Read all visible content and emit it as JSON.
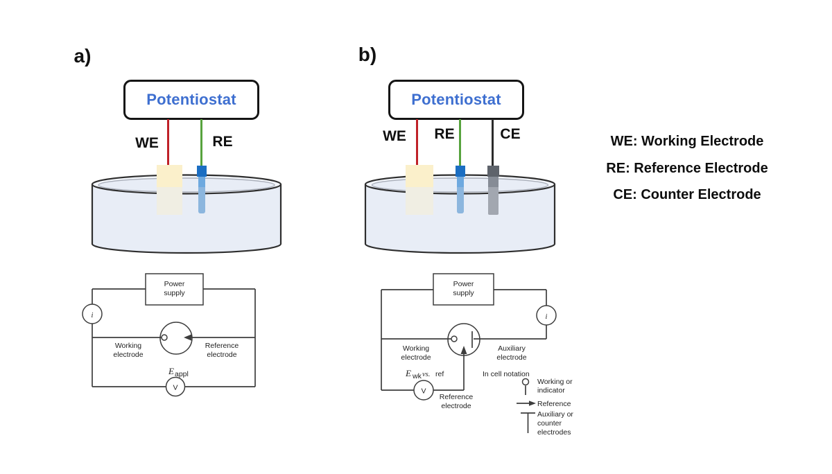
{
  "panel_a": {
    "label": "a)",
    "potentiostat_label": "Potentiostat",
    "we": "WE",
    "re": "RE",
    "circuit": {
      "power_line1": "Power",
      "power_line2": "supply",
      "current_meter": "i",
      "voltmeter": "V",
      "working1": "Working",
      "working2": "electrode",
      "reference1": "Reference",
      "reference2": "electrode",
      "e_symbol": "E",
      "e_sub": "appl"
    }
  },
  "panel_b": {
    "label": "b)",
    "potentiostat_label": "Potentiostat",
    "we": "WE",
    "re": "RE",
    "ce": "CE",
    "circuit": {
      "power_line1": "Power",
      "power_line2": "supply",
      "current_meter": "i",
      "voltmeter": "V",
      "working1": "Working",
      "working2": "electrode",
      "auxiliary1": "Auxiliary",
      "auxiliary2": "electrode",
      "reference1": "Reference",
      "reference2": "electrode",
      "e_symbol": "E",
      "e_sub": "wk",
      "e_vs": "vs.",
      "e_ref": "ref",
      "notation_title": "In cell notation",
      "notation_working1": "Working or",
      "notation_working2": "indicator",
      "notation_reference": "Reference",
      "notation_aux1": "Auxiliary or",
      "notation_aux2": "counter",
      "notation_aux3": "electrodes"
    }
  },
  "legend": {
    "we": "WE: Working Electrode",
    "re": "RE: Reference Electrode",
    "ce": "CE: Counter Electrode"
  },
  "colors": {
    "potentiostat_text": "#3e6fd0",
    "wire_red": "#bf2128",
    "wire_green": "#57a33e",
    "wire_black": "#2b2b2b",
    "working_electrode": "#fbf0cb",
    "reference_electrode_cap": "#1b6ec2",
    "reference_electrode_rod": "#7fb0e0",
    "counter_electrode_cap": "#5e636b",
    "counter_electrode_rod": "#a2a7b0",
    "solution_fill": "#e8edf6",
    "circuit_ink": "#3d3d3d"
  }
}
